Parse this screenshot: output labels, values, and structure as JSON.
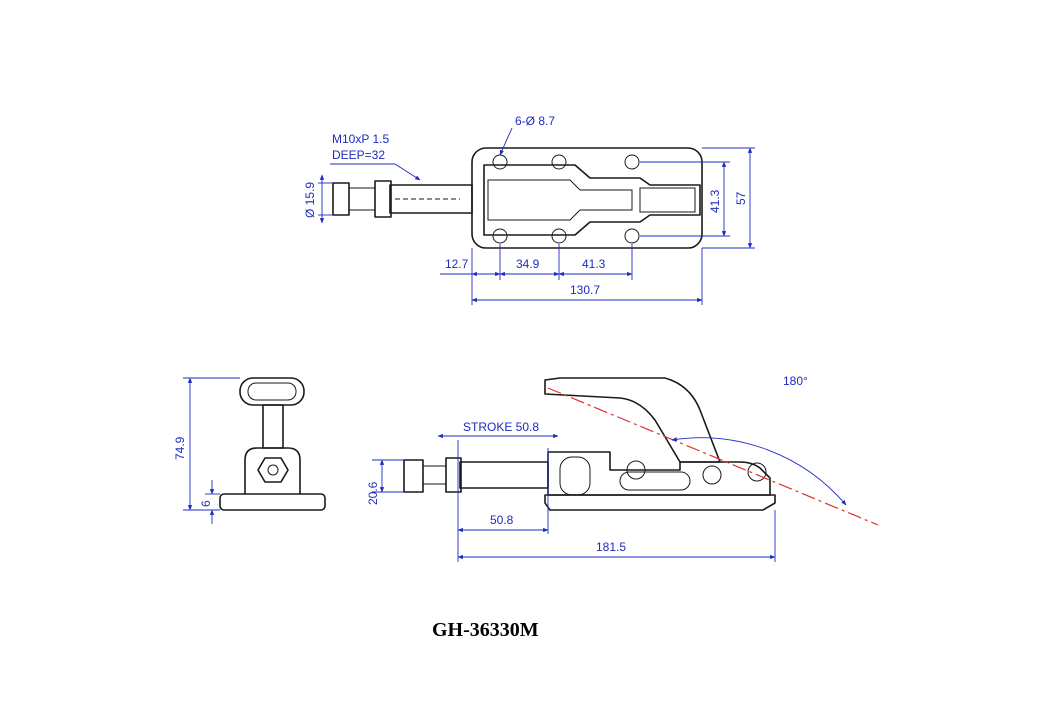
{
  "model": "GH-36330M",
  "callouts": {
    "thread": "M10xP 1.5",
    "depth": "DEEP=32",
    "holes": "6-Ø 8.7",
    "rod_dia": "Ø 15.9"
  },
  "top_view": {
    "dim_12_7": "12.7",
    "dim_34_9": "34.9",
    "dim_41_3_h": "41.3",
    "dim_130_7": "130.7",
    "dim_41_3_v": "41.3",
    "dim_57": "57"
  },
  "end_view": {
    "dim_74_9": "74.9",
    "dim_6": "6"
  },
  "side_view": {
    "stroke": "STROKE 50.8",
    "dim_20_6": "20.6",
    "dim_50_8": "50.8",
    "dim_181_5": "181.5",
    "angle": "180°"
  }
}
